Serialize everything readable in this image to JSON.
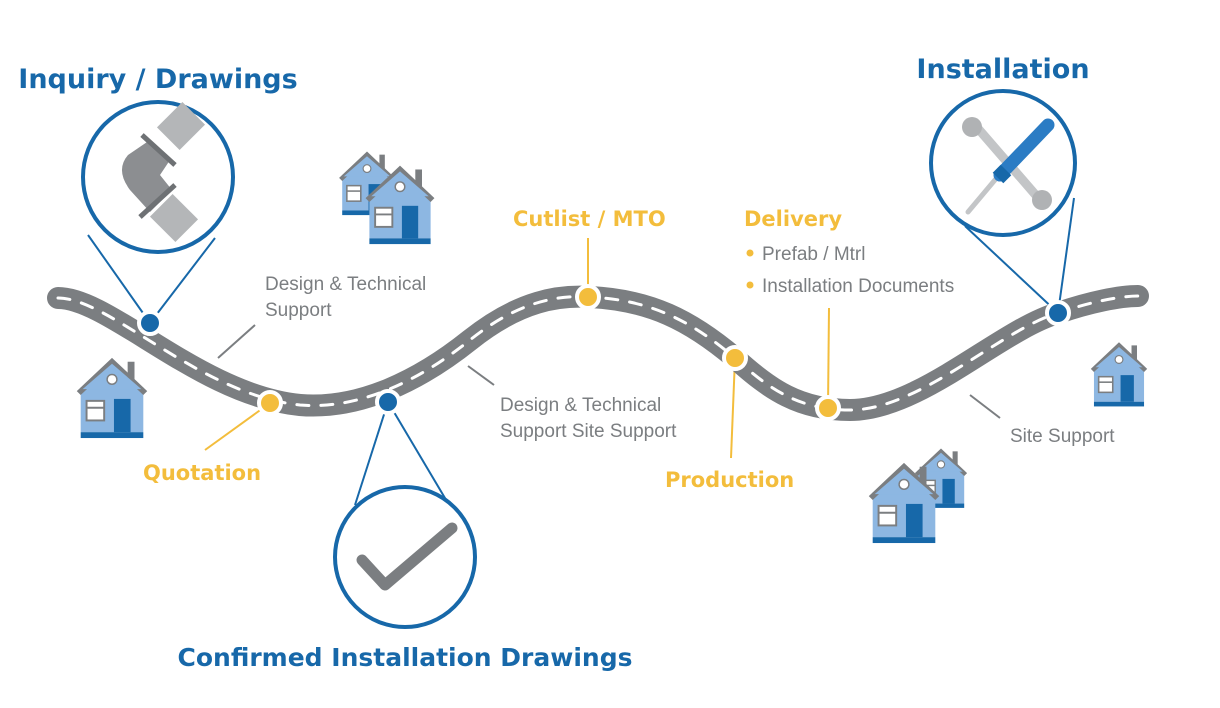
{
  "title": "Project process roadmap",
  "colors": {
    "blue": "#1768a9",
    "yellow": "#f3bd3c",
    "road": "#7b7e81",
    "house": "#8db7e2"
  },
  "milestones": {
    "inquiry": "Inquiry / Drawings",
    "confirmed": "Confirmed Installation Drawings",
    "installation": "Installation",
    "quotation": "Quotation",
    "cutlist": "Cutlist / MTO",
    "production": "Production",
    "delivery": "Delivery"
  },
  "delivery_items": [
    "Prefab / Mtrl",
    "Installation Documents"
  ],
  "notes": {
    "design_support_1": [
      "Design & Technical",
      "Support"
    ],
    "design_support_2": [
      "Design & Technical",
      "Support Site Support"
    ],
    "site_support": "Site Support"
  },
  "icons": [
    "pipe-elbow-icon",
    "checkmark-icon",
    "wrench-screwdriver-icon",
    "house-icon"
  ]
}
